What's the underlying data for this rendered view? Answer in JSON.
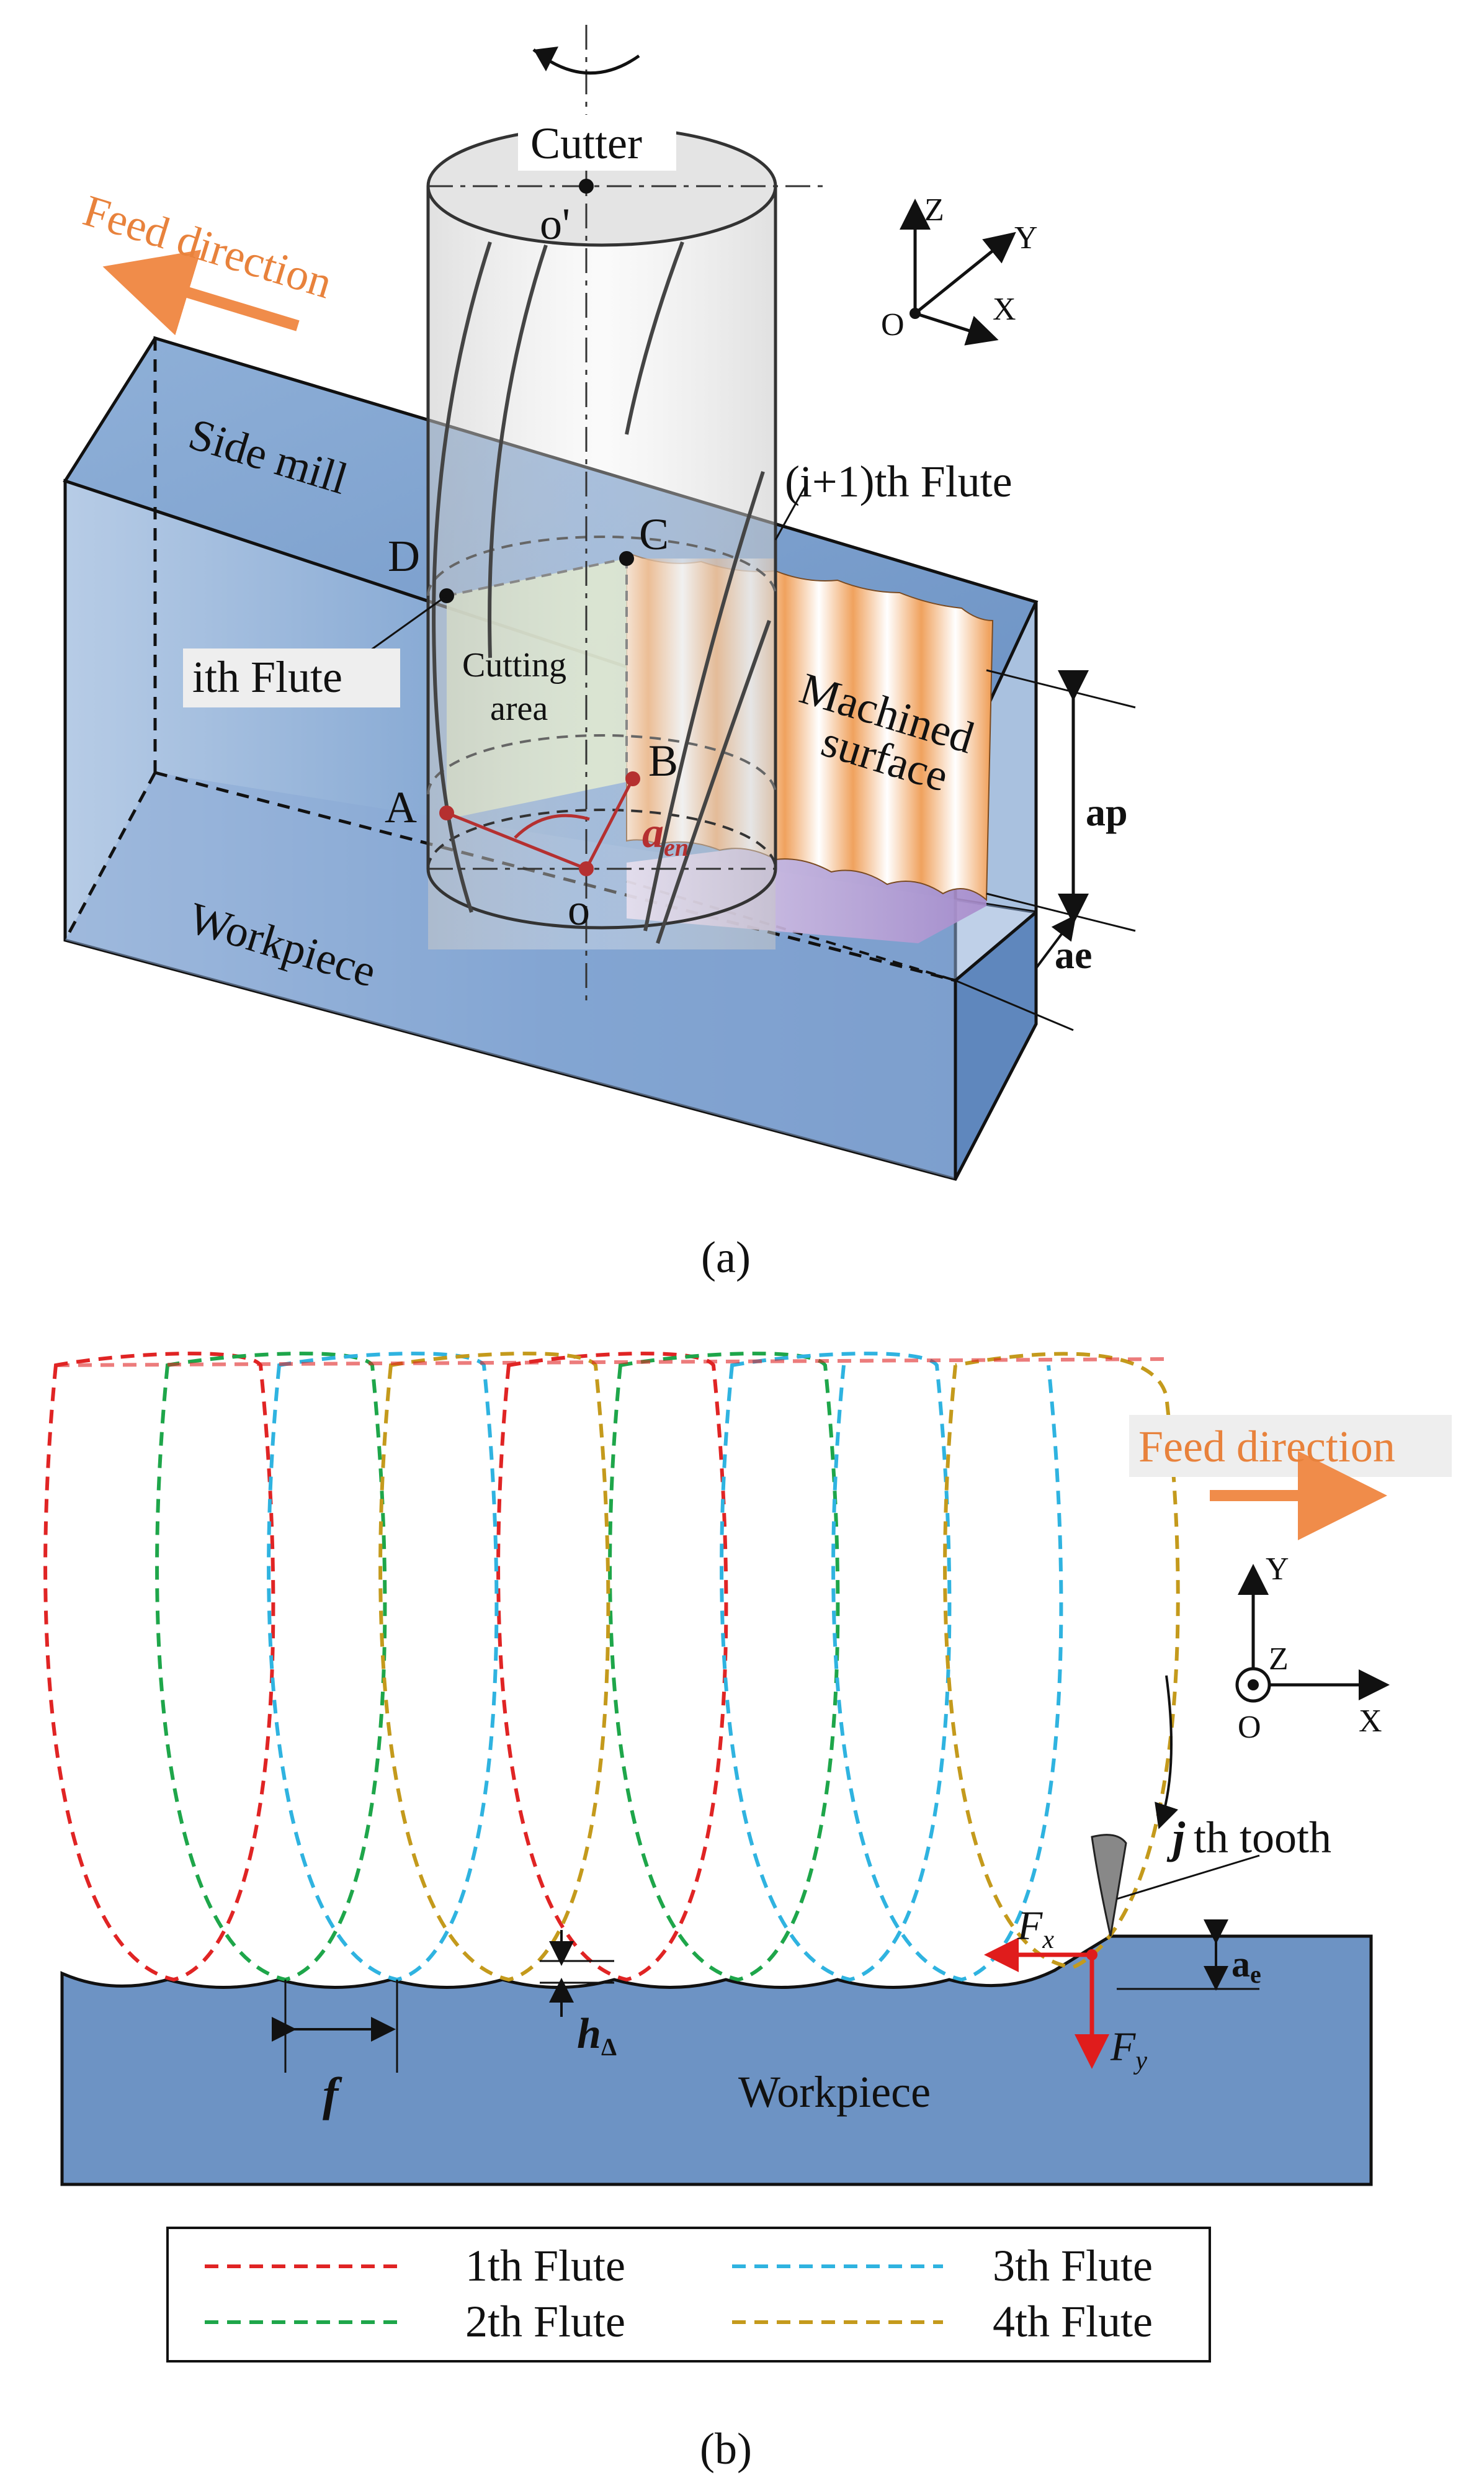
{
  "panel_a": {
    "caption": "(a)",
    "cutter_label": "Cutter",
    "feed_direction": "Feed direction",
    "side_mill": "Side mill",
    "flute_i1": "(i+1)th Flute",
    "flute_i": "ith Flute",
    "cutting_area_line1": "Cutting",
    "cutting_area_line2": "area",
    "machined_line1": "Machined",
    "machined_line2": "surface",
    "workpiece": "Workpiece",
    "point_a": "A",
    "point_b": "B",
    "point_c": "C",
    "point_d": "D",
    "point_o": "o",
    "point_o_prime": "o'",
    "angle_label": "a",
    "angle_sub": "en",
    "ap": "ap",
    "ae": "ae",
    "axes": {
      "z": "Z",
      "y": "Y",
      "x": "X",
      "o": "O"
    }
  },
  "panel_b": {
    "caption": "(b)",
    "feed_direction": "Feed direction",
    "workpiece": "Workpiece",
    "tooth_label": "th tooth",
    "tooth_j": "j",
    "fx": "F",
    "fx_sub": "x",
    "fy": "F",
    "fy_sub": "y",
    "ae": "a",
    "ae_sub": "e",
    "f_label": "f",
    "h_label": "h",
    "h_sub": "Δ",
    "axes": {
      "y": "Y",
      "z": "Z",
      "x": "X",
      "o": "O"
    },
    "legend": [
      {
        "label": "1th Flute",
        "color": "#e02424"
      },
      {
        "label": "2th Flute",
        "color": "#1ea64a"
      },
      {
        "label": "3th Flute",
        "color": "#2fb3e0"
      },
      {
        "label": "4th Flute",
        "color": "#c49a1c"
      }
    ]
  },
  "colors": {
    "workpiece": "#6d93c4",
    "machined": "#f0a25e",
    "cutting_area": "#d6e3c0",
    "feed_arrow": "#f08c4a",
    "force": "#e01c1c"
  }
}
